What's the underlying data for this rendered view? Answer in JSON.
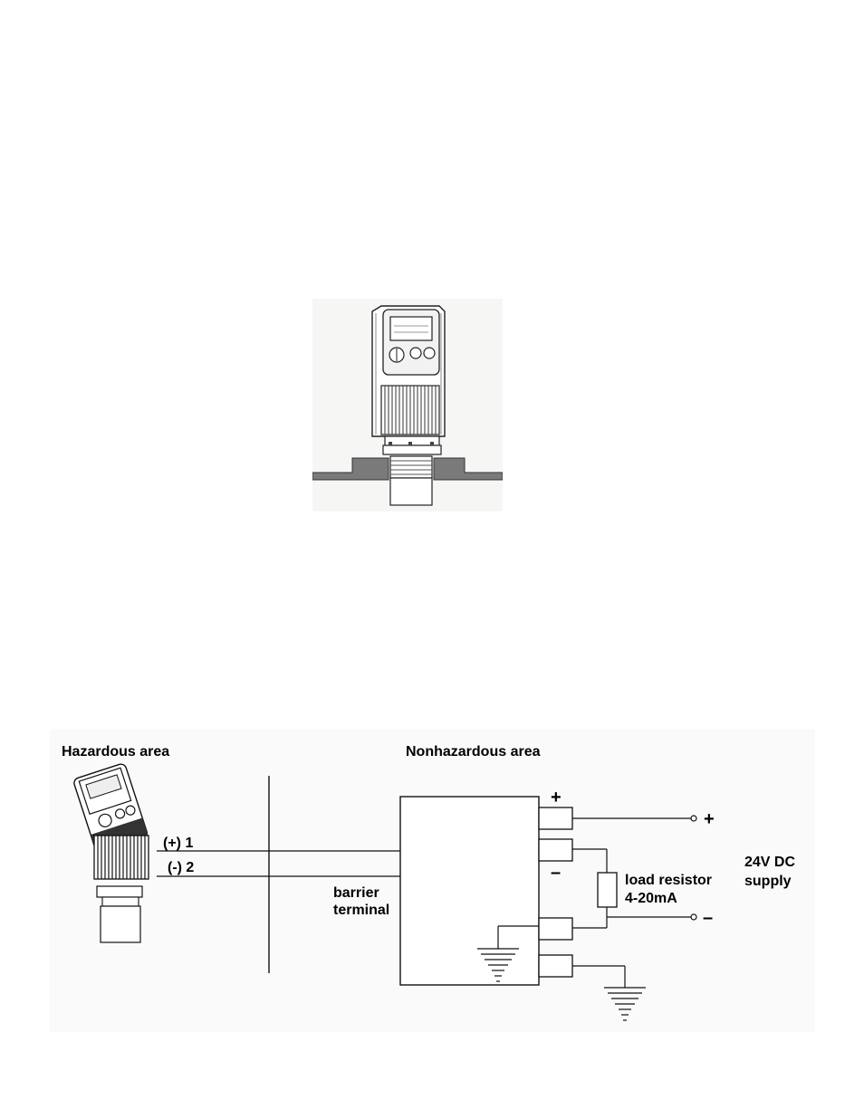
{
  "wiring": {
    "hazardous_label": "Hazardous area",
    "nonhazardous_label": "Nonhazardous area",
    "terminal_1": "(+) 1",
    "terminal_2": "(-) 2",
    "barrier_line1": "barrier",
    "barrier_line2": "terminal",
    "plus_terminal": "+",
    "minus_terminal": "–",
    "load_line1": "load resistor",
    "load_line2": "4-20mA",
    "supply_line1": "24V DC",
    "supply_line2": "supply",
    "supply_plus": "+",
    "supply_minus": "–"
  }
}
